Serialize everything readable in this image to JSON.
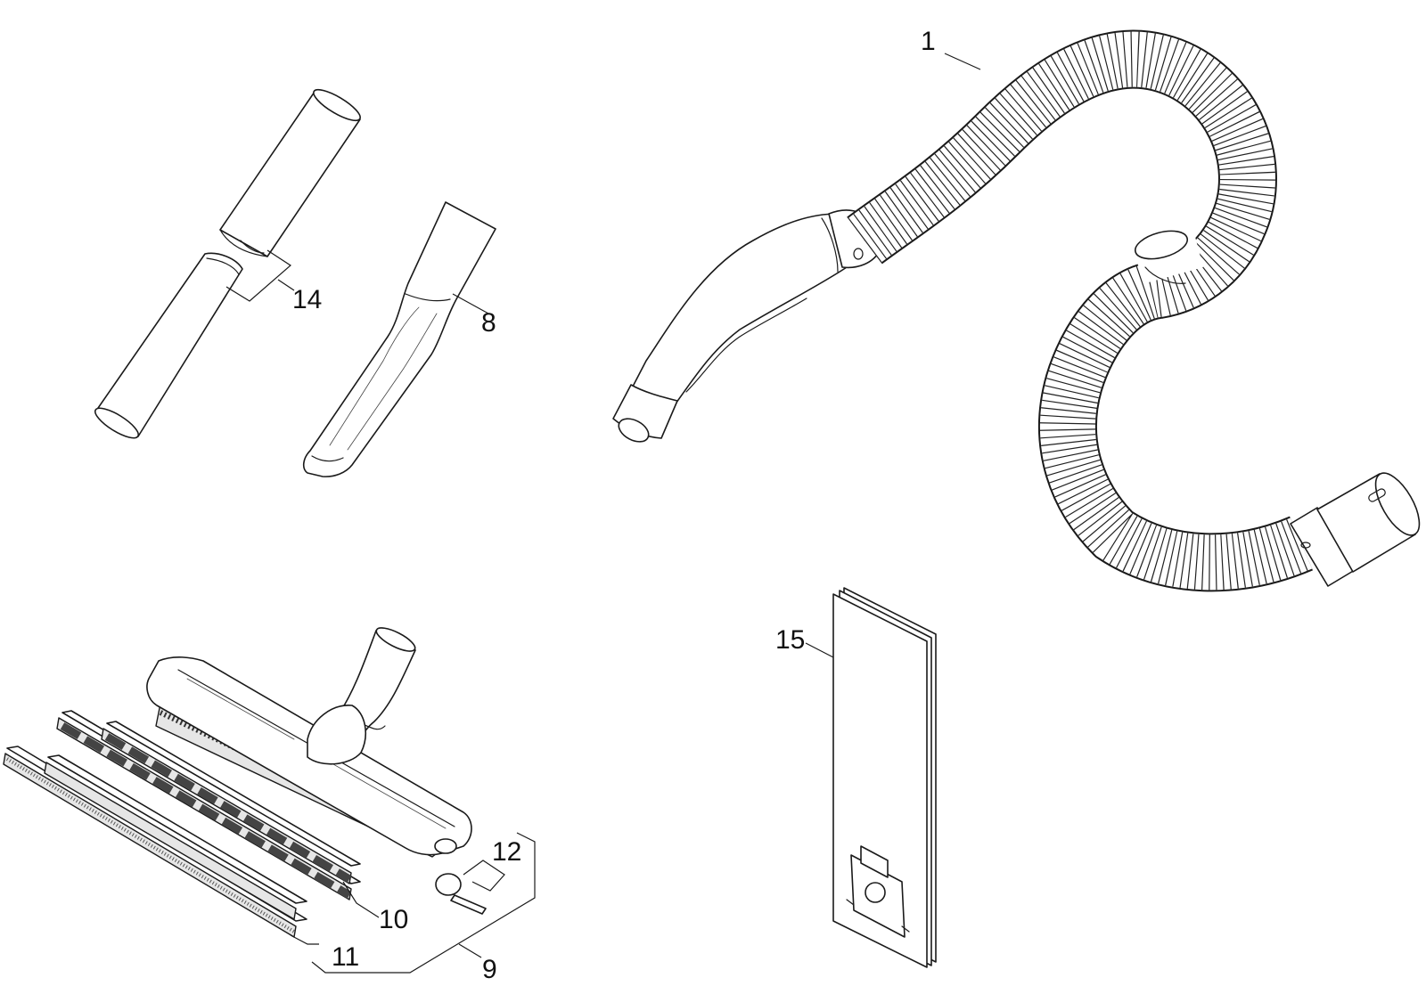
{
  "callouts": {
    "hose": "1",
    "crevice_nozzle": "8",
    "floor_nozzle": "9",
    "brush_strip": "10",
    "rubber_strip": "11",
    "wheel_set": "12",
    "suction_tube": "14",
    "filter_bag": "15"
  },
  "colors": {
    "line": "#1a1a1a",
    "background": "#ffffff",
    "bristle_fill": "#e6e6e6"
  }
}
